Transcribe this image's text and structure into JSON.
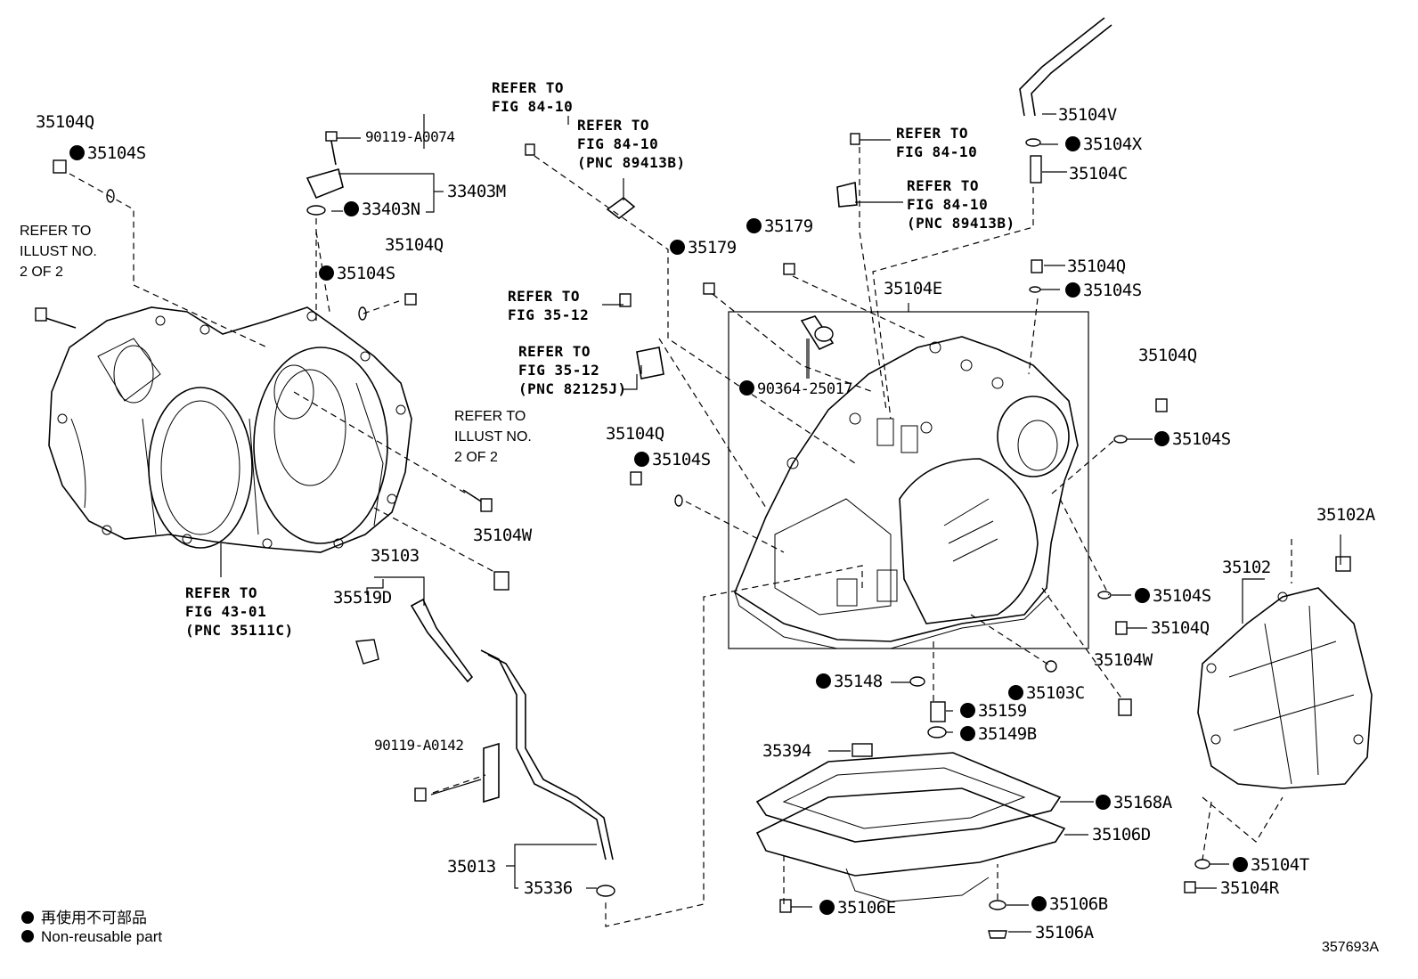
{
  "labels": {
    "p35104Q_a": "35104Q",
    "p35104S_a": "35104S",
    "p90119A0074": "90119-A0074",
    "p33403M": "33403M",
    "p33403N": "33403N",
    "p35104Q_b": "35104Q",
    "p35104S_b": "35104S",
    "p35179_a": "35179",
    "p35179_b": "35179",
    "p35104V": "35104V",
    "p35104X": "35104X",
    "p35104C": "35104C",
    "p35104Q_c": "35104Q",
    "p35104S_c": "35104S",
    "p35104E": "35104E",
    "p90364": "90364-25017",
    "p35104Q_d": "35104Q",
    "p35104S_d": "35104S",
    "p35104Q_e": "35104Q",
    "p35104S_e": "35104S",
    "p35104W_a": "35104W",
    "p35103": "35103",
    "p35519D": "35519D",
    "p35102A": "35102A",
    "p35102": "35102",
    "p35104S_f": "35104S",
    "p35104Q_f": "35104Q",
    "p35104W_b": "35104W",
    "p35148": "35148",
    "p35103C": "35103C",
    "p35159": "35159",
    "p35149B": "35149B",
    "p35394": "35394",
    "p35168A": "35168A",
    "p35106D": "35106D",
    "p90119A0142": "90119-A0142",
    "p35013": "35013",
    "p35336": "35336",
    "p35106E": "35106E",
    "p35106B": "35106B",
    "p35106A": "35106A",
    "p35104T": "35104T",
    "p35104R": "35104R"
  },
  "refs": {
    "r1": "REFER TO\nFIG 84-10",
    "r2": "REFER TO\nFIG 84-10\n(PNC 89413B)",
    "r3": "REFER TO\nFIG 84-10",
    "r4": "REFER TO\nFIG 84-10\n(PNC 89413B)",
    "r5": "REFER TO\nFIG 35-12",
    "r6": "REFER TO\nFIG 35-12\n(PNC 82125J)",
    "r7": "REFER TO\nFIG 43-01\n(PNC 35111C)",
    "r8": "REFER TO\nILLUST NO.\n2 OF 2",
    "r9": "REFER TO\nILLUST NO.\n2 OF 2"
  },
  "legend": {
    "jp": "再使用不可部品",
    "en": "Non-reusable part"
  },
  "figure_code": "357693A",
  "icons": [
    "non-reusable-dot-icon"
  ]
}
